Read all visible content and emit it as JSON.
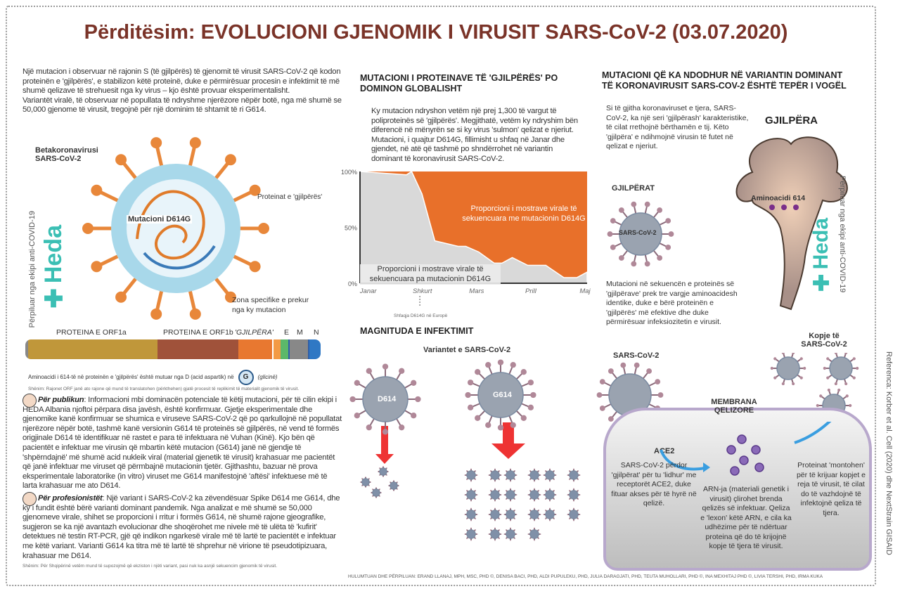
{
  "title": "Përditësim: EVOLUCIONI GJENOMIK I VIRUSIT SARS-CoV-2 (03.07.2020)",
  "left": {
    "intro_1": "Një mutacion i observuar në rajonin S (të gjilpërës) të gjenomit të virusit SARS-CoV-2 që kodon proteinën e 'gjilpërës', e stabilizon këtë proteinë, duke e përmirësuar procesin e infektimit të më shumë qelizave të strehuesit nga ky virus – kjo është provuar eksperimentalisht.",
    "intro_2": "Variantët viralë, të observuar në popullata të ndryshme njerëzore nëpër botë, nga më shumë se 50,000 gjenome të virusit, tregojnë për një dominim të shtamit të ri G614.",
    "virus_title": "Betakoronavirusi SARS-CoV-2",
    "mutation_label": "Mutacioni D614G",
    "spike_label": "Proteinat e 'gjilpërës'",
    "zone_label": "Zona specifike e prekur nga ky mutacion",
    "credit_vertical": "Përpiluar nga ekipi anti-COVID-19",
    "logo": "Heda",
    "genome_labels": [
      "PROTEINA E ORF1a",
      "PROTEINA E ORF1b",
      "'GJILPËRA'",
      "E",
      "M",
      "N"
    ],
    "genome_colors": {
      "orf1a": "#c0973a",
      "orf1b": "#a0523a",
      "spike": "#e87830",
      "e": "#5cb86a",
      "m": "#888888",
      "n": "#2f78c4"
    },
    "amino_note": "Aminoacidi i 614-të në proteinën e 'gjilpërës' është mutuar nga D (acid aspartik) në",
    "g_badge": "G",
    "g_note": "(glicinë)",
    "orf_note": "Shënim: Rajonet ORF janë ato rajone që mund të translatohen (përkthehen) gjatë procesit të replikimit të materialit gjenomik të virusit.",
    "public_title": "Për publikun",
    "public_text": ": Informacioni mbi dominacën potenciale të këtij mutacioni, për të cilin ekipi i HEDA Albania njoftoi përpara disa javësh, është konfirmuar. Gjetje eksperimentale dhe gjenomike kanë konfirmuar se shumica e viruseve SARS-CoV-2 që po qarkullojnë në popullatat njerëzore nëpër botë, tashmë kanë versionin G614 të proteinës së gjilpërës, në vend të formës origjinale D614 të identifikuar në rastet e para të infektuara në Vuhan (Kinë). Kjo bën që pacientët e infektuar me virusin që mbartin këtë mutacion (G614) janë në gjendje të 'shpërndajnë' më shumë acid nukleik viral (material gjenetik të virusit) krahasuar me pacientët që janë infektuar me viruset që përmbajnë mutacionin tjetër. Gjithashtu, bazuar në prova eksperimentale laboratorike (in vitro) viruset me G614 manifestojnë 'aftësi' infektuese më të larta krahasuar me ato D614.",
    "pro_title": "Për profesionistët",
    "pro_text": ": Një variant i SARS-CoV-2 ka zëvendësuar Spike D614 me G614, dhe ky i fundit është bërë varianti dominant pandemik. Nga analizat e më shumë se 50,000 gjenomeve virale, shihet se proporcioni i rritur i formës G614, në shumë rajone gjeografike, sugjeron se ka një avantazh evolucionar dhe shoqërohet me nivele më të ulëta të 'kufirit' detektues në testin RT-PCR, gjë që indikon ngarkesë virale më të lartë te pacientët e infektuar me këtë variant. Varianti G614 ka titra më të lartë të shprehur në virione të pseudotipizuara, krahasuar me D614.",
    "albania_note": "Shënim: Për Shqipërinë vetëm mund të supozojmë që ekziston i njëti variant, pasi nuk ka asnjë sekuencim gjenomik të virusit."
  },
  "middle": {
    "heading": "MUTACIONI I PROTEINAVE TË 'GJILPËRËS' PO DOMINON GLOBALISHT",
    "text": "Ky mutacion ndryshon vetëm një prej 1,300 të vargut të poliproteinës së 'gjilpërës'. Megjithatë, vetëm ky ndryshim bën diferencë në mënyrën se si ky virus 'sulmon' qelizat e njeriut. Mutacioni, i quajtur D614G, fillimisht u shfaq në Janar dhe gjendet, në atë që tashmë po shndërrohet në variantin dominant të koronavirusit SARS-CoV-2.",
    "europe_note": "Shfaqja D614G në Europë",
    "magnitude_heading": "MAGNITUDA E INFEKTIMIT",
    "variants_label": "Variantet e SARS-CoV-2",
    "d614": "D614",
    "g614": "G614"
  },
  "chart_data": {
    "type": "area",
    "title": "",
    "xlabel": "",
    "ylabel": "",
    "categories": [
      "Janar",
      "Shkurt",
      "Mars",
      "Prill",
      "Maj"
    ],
    "yticks": [
      "0%",
      "50%",
      "100%"
    ],
    "ylim": [
      0,
      100
    ],
    "x": [
      0,
      0.3,
      0.9,
      1.0,
      1.2,
      1.45,
      1.9,
      2.05,
      2.3,
      2.6,
      2.75,
      2.95,
      3.25,
      3.6,
      3.95,
      4.2,
      4.4
    ],
    "series": [
      {
        "name": "Proporcioni i mostrave virale të sekuencuara pa mutacionin D614G",
        "color": "#d9d9d9",
        "values": [
          100,
          99,
          97,
          100,
          80,
          38,
          33,
          33,
          28,
          18,
          18,
          23,
          16,
          16,
          5,
          5,
          10
        ]
      },
      {
        "name": "Proporcioni i mostrave virale të sekuencuara me mutacionin D614G",
        "color": "#e8702a",
        "values": [
          0,
          1,
          3,
          0,
          20,
          62,
          67,
          67,
          72,
          82,
          82,
          77,
          84,
          84,
          95,
          95,
          90
        ]
      }
    ]
  },
  "right": {
    "heading": "MUTACIONI QË KA NDODHUR NË VARIANTIN DOMINANT TË KORONAVIRUSIT SARS-COV-2 ËSHTË TEPËR I VOGËL",
    "text": "Si të gjitha koronaviruset e tjera, SARS-CoV-2, ka një seri 'gjilpërash' karakteristike, të cilat rrethojnë bërthamën e tij. Këto 'gjilpëra' e ndihmojnë virusin të futet në qelizat e njeriut.",
    "spike_title": "GJILPËRA",
    "spikes_title": "GJILPËRAT",
    "virus_label": "SARS-CoV-2",
    "amino_label": "Aminoacidi 614",
    "mutation_text": "Mutacioni në sekuencën e proteinës së 'gjilpërave' prek tre vargje aminoacidesh identike, duke e bërë proteinën e 'gjilpërës' më efektive dhe duke përmirësuar infeksiozitetin e virusit.",
    "virus2": "SARS-CoV-2",
    "copies": "Kopje të SARS-CoV-2",
    "membrane": "MEMBRANA QELIZORE",
    "ace2": "ACE2",
    "step1": "SARS-CoV-2 përdor 'gjilpërat' për tu 'lidhur' me receptorët ACE2, duke fituar akses për të hyrë në qelizë.",
    "step2": "ARN-ja (materiali genetik i virusit) çlirohet brenda qelizës së infektuar. Qeliza e 'lexon' këtë ARN, e cila ka udhëzime për të ndërtuar proteina që do të krijojnë kopje të tjera të virusit.",
    "step3": "Proteinat 'montohen' për të krijuar kopjet e reja të virusit, të cilat do të vazhdojnë të infektojnë qeliza të tjera."
  },
  "footer": {
    "authors": "HULUMTUAN DHE PËRPILUAN: ERAND LLANAJ, MPH, MSC, PHD ©, DENISA BACI, PHD, ALDI PUPULEKU, PHD, JULIA DARAGJATI, PHD, TEUTA MUHOLLARI, PHD ©, INA MEXHITAJ PHD ©, LIVIA TERSHI, PHD, IRMA KUKA",
    "reference": "Referenca: Korber et al. Cell (2020) dhe NextStrain GISAID"
  }
}
